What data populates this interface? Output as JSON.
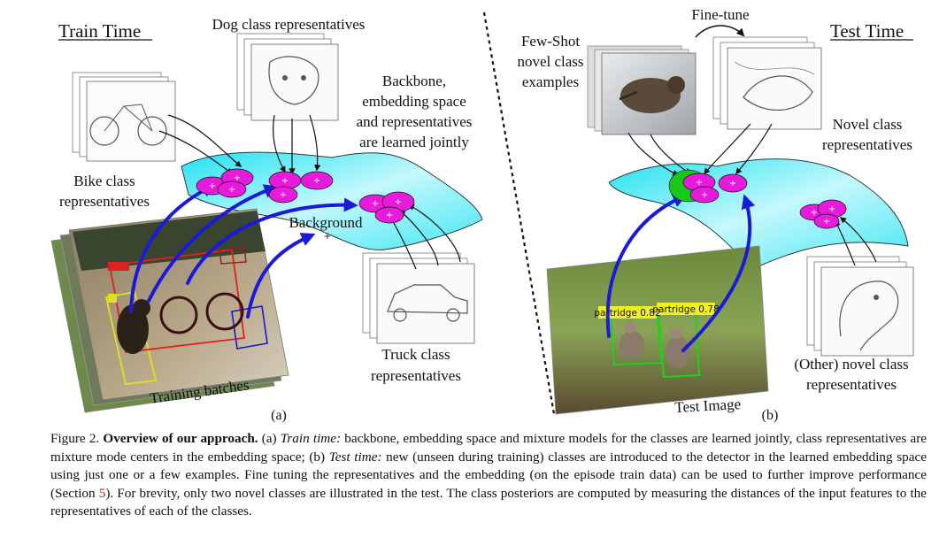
{
  "train": {
    "title": "Train Time",
    "dog_label": "Dog class representatives",
    "backbone_lines": [
      "Backbone,",
      "embedding space",
      "and representatives",
      "are learned jointly"
    ],
    "bike_lines": [
      "Bike class",
      "representatives"
    ],
    "background_label": "Background",
    "truck_lines": [
      "Truck class",
      "representatives"
    ],
    "batches_label": "Training batches",
    "sub_label": "(a)"
  },
  "test": {
    "title": "Test Time",
    "finetune_label": "Fine-tune",
    "fewshot_lines": [
      "Few-Shot",
      "novel class",
      "examples"
    ],
    "novel_lines": [
      "Novel class",
      "representatives"
    ],
    "det1": "partridge 0.82",
    "det2": "partridge 0.78",
    "test_image_label": "Test Image",
    "other_lines": [
      "(Other) novel class",
      "representatives"
    ],
    "sub_label": "(b)"
  },
  "caption": {
    "fig_num": "Figure 2.",
    "heading": "Overview of our approach.",
    "a_tag": "(a)",
    "a_em": "Train time:",
    "a_text": "backbone, embedding space and mixture models for the classes are learned jointly, class representatives are mixture mode centers in the embedding space; (b)",
    "b_em": "Test time:",
    "b_text": "new (unseen during training) classes are introduced to the detector in the learned embedding space using just one or a few examples. Fine tuning the representatives and the embedding (on the episode train data) can be used to further improve performance (Section",
    "section_ref": "5",
    "tail_text": "). For brevity, only two novel classes are illustrated in the test. The class posteriors are computed by measuring the distances of the input features to the representatives of each of the classes."
  }
}
